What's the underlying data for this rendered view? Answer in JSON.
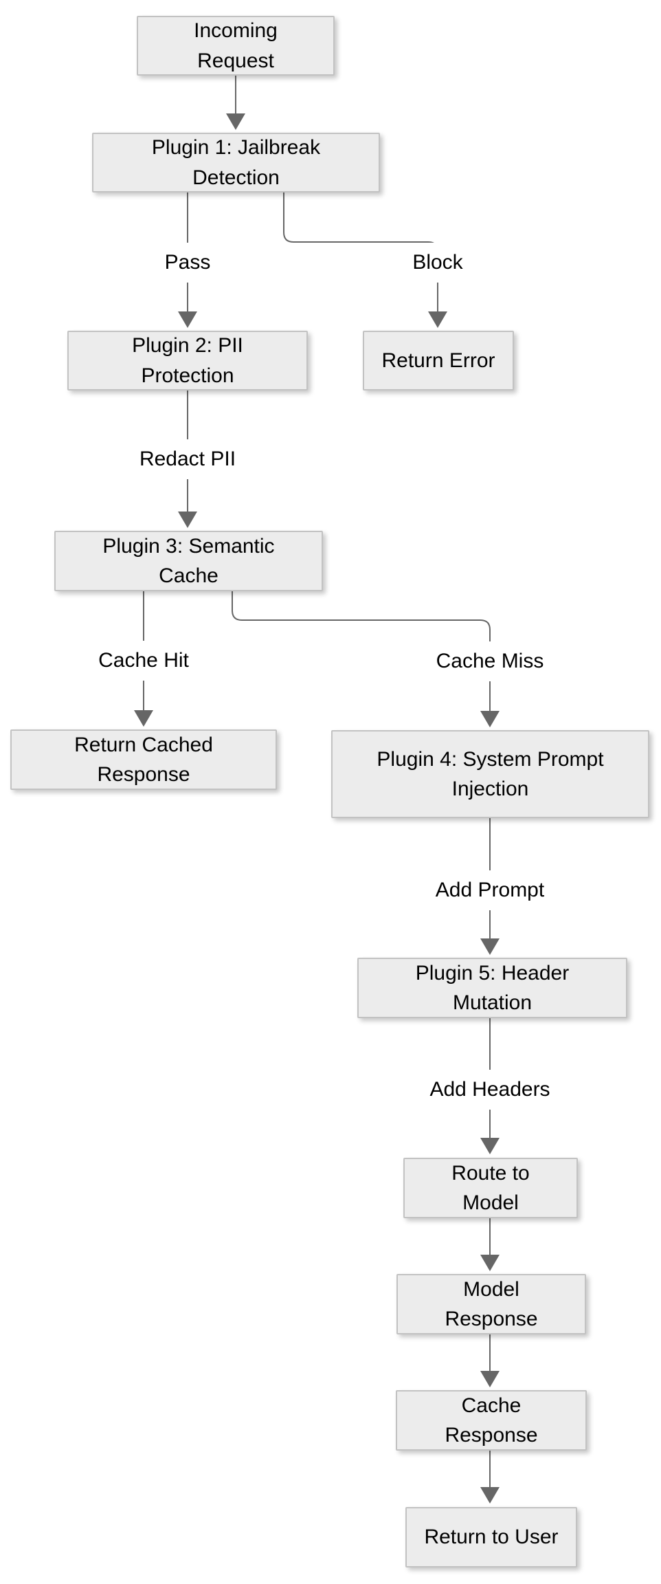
{
  "page": {
    "background": "#ffffff"
  },
  "diagram": {
    "type": "flowchart",
    "direction": "top-down",
    "colors": {
      "node_fill": "#ececec",
      "node_border": "#c2c2c2",
      "edge_line": "#666666",
      "arrowhead": "#666666",
      "text": "#000000",
      "edge_label_background": "#ffffff"
    },
    "nodes": [
      {
        "id": "incoming-request",
        "label": "Incoming Request"
      },
      {
        "id": "plugin-1",
        "label": "Plugin 1: Jailbreak Detection"
      },
      {
        "id": "plugin-2",
        "label": "Plugin 2: PII Protection"
      },
      {
        "id": "return-error",
        "label": "Return Error"
      },
      {
        "id": "plugin-3",
        "label": "Plugin 3: Semantic Cache"
      },
      {
        "id": "return-cached-response",
        "label": "Return Cached Response"
      },
      {
        "id": "plugin-4",
        "label": "Plugin 4: System Prompt Injection"
      },
      {
        "id": "plugin-5",
        "label": "Plugin 5: Header Mutation"
      },
      {
        "id": "route-to-model",
        "label": "Route to Model"
      },
      {
        "id": "model-response",
        "label": "Model Response"
      },
      {
        "id": "cache-response",
        "label": "Cache Response"
      },
      {
        "id": "return-to-user",
        "label": "Return to User"
      }
    ],
    "edges": [
      {
        "from": "incoming-request",
        "to": "plugin-1",
        "label": ""
      },
      {
        "from": "plugin-1",
        "to": "plugin-2",
        "label": "Pass"
      },
      {
        "from": "plugin-1",
        "to": "return-error",
        "label": "Block"
      },
      {
        "from": "plugin-2",
        "to": "plugin-3",
        "label": "Redact PII"
      },
      {
        "from": "plugin-3",
        "to": "return-cached-response",
        "label": "Cache Hit"
      },
      {
        "from": "plugin-3",
        "to": "plugin-4",
        "label": "Cache Miss"
      },
      {
        "from": "plugin-4",
        "to": "plugin-5",
        "label": "Add Prompt"
      },
      {
        "from": "plugin-5",
        "to": "route-to-model",
        "label": "Add Headers"
      },
      {
        "from": "route-to-model",
        "to": "model-response",
        "label": ""
      },
      {
        "from": "model-response",
        "to": "cache-response",
        "label": ""
      },
      {
        "from": "cache-response",
        "to": "return-to-user",
        "label": ""
      }
    ]
  }
}
